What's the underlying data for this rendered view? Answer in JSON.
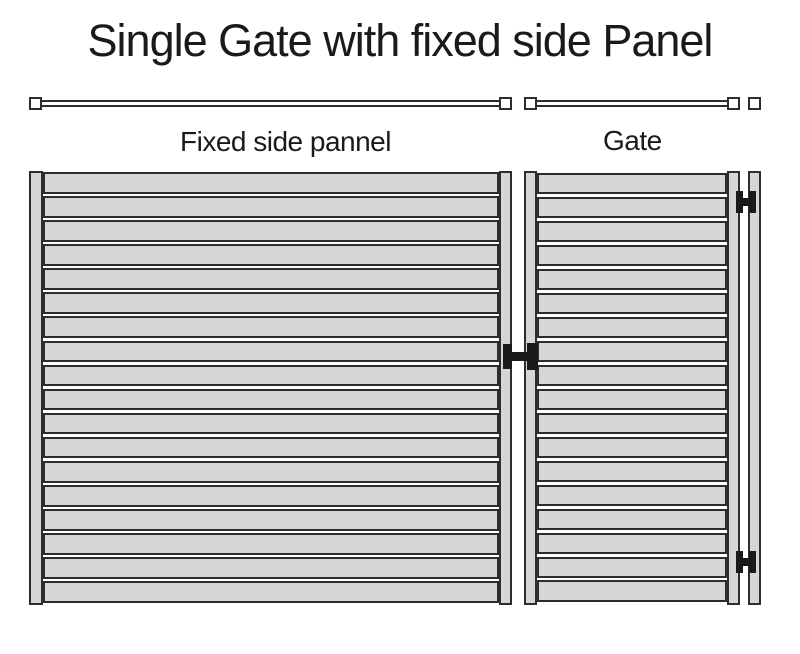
{
  "title": "Single Gate with fixed side Panel",
  "labels": {
    "fixed_panel": "Fixed side pannel",
    "gate": "Gate"
  },
  "panels": {
    "fixed": {
      "name": "Fixed side pannel",
      "slat_count": 18
    },
    "gate": {
      "name": "Gate",
      "slat_count": 18
    }
  },
  "hardware": {
    "latch": "center latch between fixed panel and gate",
    "top_hinge": "top hinge between gate and outer post",
    "bottom_hinge": "bottom hinge between gate and outer post"
  },
  "colors": {
    "panel_fill": "#d5d6d5",
    "outline": "#2d2d2d",
    "hardware": "#1a1a1a",
    "background": "#ffffff",
    "text": "#1a1a1a"
  }
}
